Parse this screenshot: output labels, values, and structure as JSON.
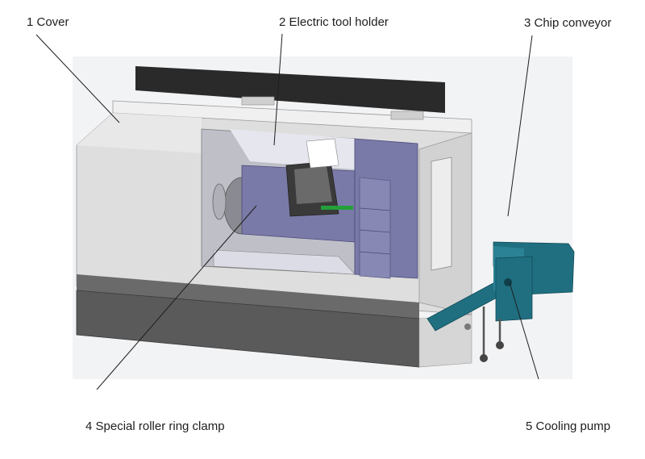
{
  "labels": {
    "cover": "1 Cover",
    "tool_holder": "2 Electric tool holder",
    "chip_conveyor": "3 Chip conveyor",
    "roller_clamp": "4 Special roller ring clamp",
    "cooling_pump": "5 Cooling pump"
  },
  "colors": {
    "body_light": "#dedede",
    "body_dark": "#4a4a4a",
    "base_dark": "#5a5a5a",
    "top_black": "#2a2a2a",
    "slate_blue": "#7a7aa8",
    "chip_teal": "#1f6f80",
    "accent_green": "#23a03a",
    "leader_line": "#1e1e1e"
  }
}
